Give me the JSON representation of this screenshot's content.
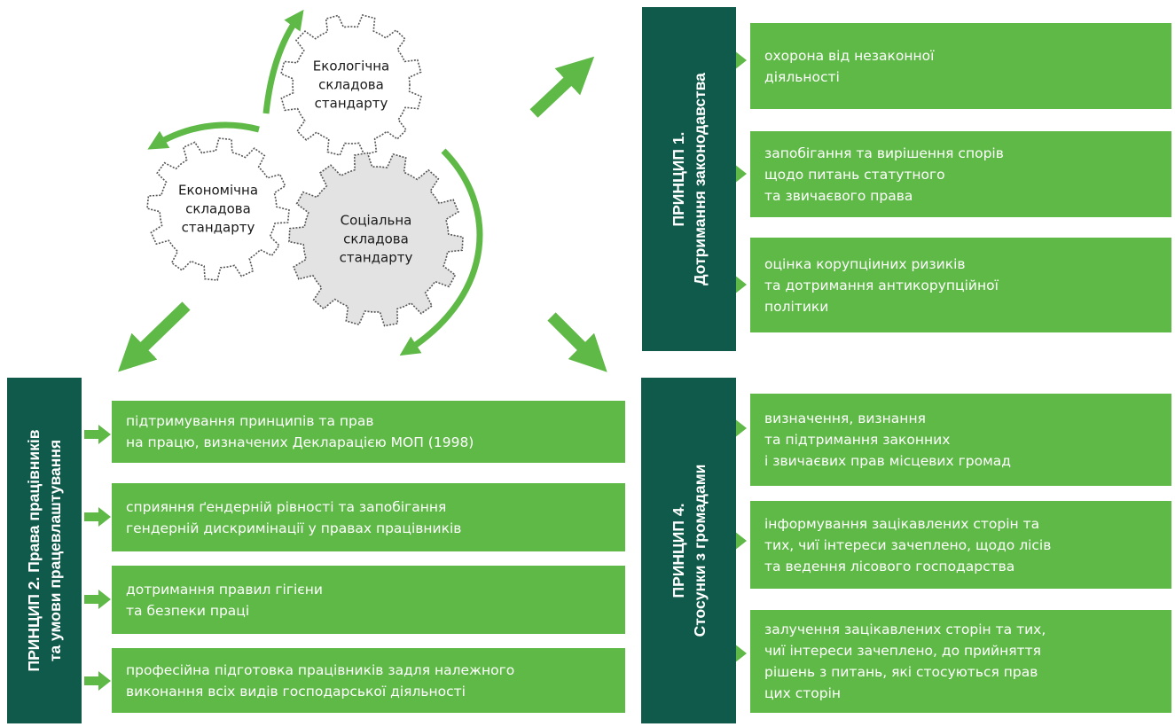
{
  "gears": {
    "ecological": "Екологічна\nскладова\nстандарту",
    "economic": "Економічна\nскладова\nстандарту",
    "social": "Соціальна\nскладова\nстандарту"
  },
  "principle1": {
    "line1": "ПРИНЦИП 1.",
    "line2": "Дотримання законодавства",
    "items": [
      "охорона від незаконної\nдіяльності",
      "запобігання та вирішення спорів\nщодо питань статутного\nта звичаєвого права",
      "оцінка корупціиних ризиків\nта дотримання антикорупційної\nполітики"
    ]
  },
  "principle2": {
    "line1": "ПРИНЦИП 2. Права працівників",
    "line2": "та умови працевлаштування",
    "items": [
      "підтримування принципів та прав\nна працю, визначених Декларацією МОП (1998)",
      "сприяння ґендерній рівності та запобігання\nгендерній дискримінації у правах працівників",
      "дотримання правил гігієни\nта безпеки праці",
      "професійна підготовка працівників задля належного\nвиконання всіх видів господарської діяльності"
    ]
  },
  "principle4": {
    "line1": "ПРИНЦИП 4.",
    "line2": "Стосунки з громадами",
    "items": [
      "визначення, визнання\nта підтримання законних\nі звичаєвих прав місцевих громад",
      "інформування зацікавлених сторін та\nтих, чиї інтереси зачеплено, щодо лісів\nта ведення лісового господарства",
      "залучення зацікавлених сторін та тих,\nчиї інтереси зачеплено, до прийняття\nрішень з питань, які стосуються прав\nцих сторін"
    ]
  },
  "colors": {
    "dark_green": "#0f5a4b",
    "light_green": "#5fb947",
    "gear_fill": "#e3e3e3",
    "gear_stroke": "#555555"
  }
}
